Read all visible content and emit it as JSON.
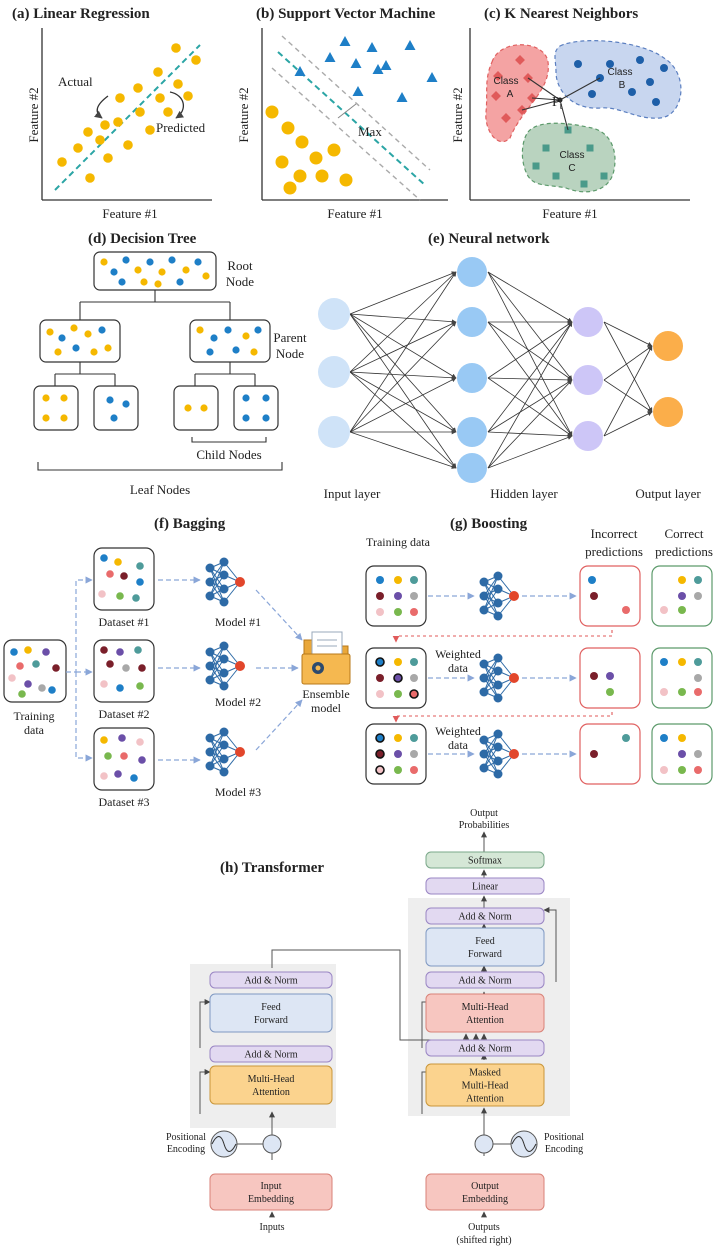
{
  "colors": {
    "yellow": "#f5b800",
    "blue": "#1e7fc7",
    "teal_line": "#2ba5a5",
    "red_cluster": "#f4a3a3",
    "blue_cluster": "#c8d6ef",
    "green_cluster": "#b9d3bf",
    "light_node": "#cfe3f8",
    "mid_node": "#8fc3f1",
    "hidden_node": "#99c9f4",
    "purple_node": "#cdc6f7",
    "orange_node": "#fbae4a",
    "tf_purple": "#e2d9f1",
    "tf_blue": "#dde6f4",
    "tf_orange": "#fbd38e",
    "tf_pink": "#f7c6c0",
    "tf_green": "#d5e7d6",
    "tf_gray": "#eeeeee"
  },
  "lr": {
    "title": "(a) Linear Regression",
    "xlabel": "Feature #1",
    "ylabel": "Feature #2",
    "actual": "Actual",
    "predicted": "Predicted"
  },
  "svm": {
    "title": "(b) Support Vector Machine",
    "xlabel": "Feature #1",
    "ylabel": "Feature #2",
    "max": "Max"
  },
  "knn": {
    "title": "(c) K Nearest Neighbors",
    "xlabel": "Feature #1",
    "ylabel": "Feature #2",
    "classA": [
      "Class",
      "A"
    ],
    "classB": [
      "Class",
      "B"
    ],
    "classC": [
      "Class",
      "C"
    ],
    "pt": "P",
    "pt_sub": "t"
  },
  "dt": {
    "title": "(d) Decision Tree",
    "root": [
      "Root",
      "Node"
    ],
    "parent": [
      "Parent",
      "Node"
    ],
    "child": "Child Nodes",
    "leaf": "Leaf Nodes"
  },
  "nn": {
    "title": "(e) Neural network",
    "input": "Input layer",
    "hidden": "Hidden layer",
    "output": "Output layer"
  },
  "bag": {
    "title": "(f) Bagging",
    "training": [
      "Training",
      "data"
    ],
    "datasets": [
      "Dataset #1",
      "Dataset #2",
      "Dataset #3"
    ],
    "models": [
      "Model #1",
      "Model #2",
      "Model #3"
    ],
    "ensemble": [
      "Ensemble",
      "model"
    ]
  },
  "boost": {
    "title": "(g) Boosting",
    "training": "Training data",
    "incorrect": [
      "Incorrect",
      "predictions"
    ],
    "correct": [
      "Correct",
      "predictions"
    ],
    "weighted": [
      "Weighted",
      "data"
    ]
  },
  "tf": {
    "title": "(h) Transformer",
    "output_probs": [
      "Output",
      "Probabilities"
    ],
    "softmax": "Softmax",
    "linear": "Linear",
    "add_norm": "Add & Norm",
    "feed_forward": [
      "Feed",
      "Forward"
    ],
    "mha": [
      "Multi-Head",
      "Attention"
    ],
    "masked_mha": [
      "Masked",
      "Multi-Head",
      "Attention"
    ],
    "pos_enc": [
      "Positional",
      "Encoding"
    ],
    "input_emb": [
      "Input",
      "Embedding"
    ],
    "output_emb": [
      "Output",
      "Embedding"
    ],
    "inputs": "Inputs",
    "outputs": [
      "Outputs",
      "(shifted right)"
    ]
  }
}
